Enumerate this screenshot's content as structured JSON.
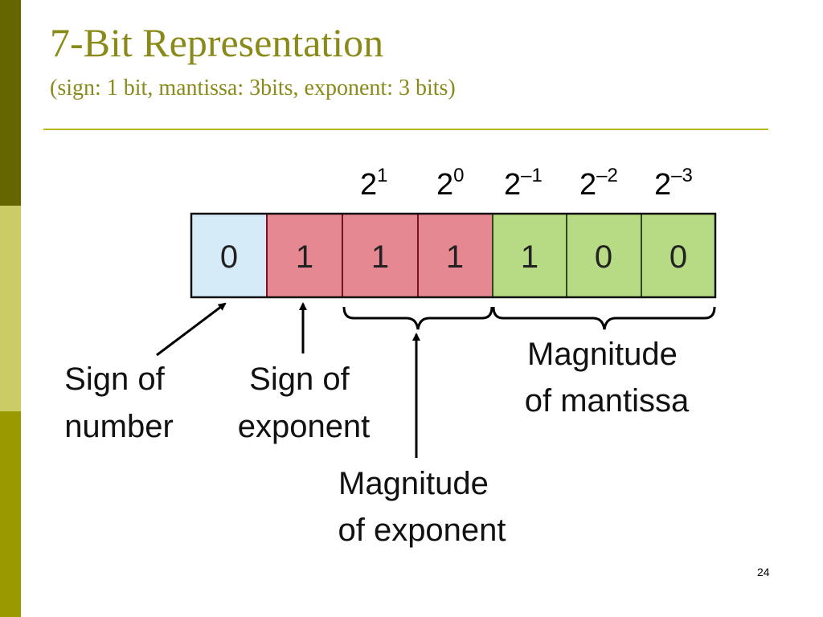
{
  "slide": {
    "title": "7-Bit Representation",
    "subtitle": "(sign: 1 bit, mantissa: 3bits, exponent: 3 bits)",
    "page_number": "24"
  },
  "theme": {
    "title_color": "#8a8a1a",
    "rule_color": "#b8b820",
    "sidebar_colors": [
      "#666600",
      "#cccc66",
      "#999900"
    ]
  },
  "diagram": {
    "cell_colors": {
      "sign": "#d6ebf8",
      "exponent": "#e58891",
      "mantissa": "#b6db84"
    },
    "cells": [
      {
        "bit": "0",
        "field": "sign"
      },
      {
        "bit": "1",
        "field": "exponent"
      },
      {
        "bit": "1",
        "field": "exponent"
      },
      {
        "bit": "1",
        "field": "exponent"
      },
      {
        "bit": "1",
        "field": "mantissa"
      },
      {
        "bit": "0",
        "field": "mantissa"
      },
      {
        "bit": "0",
        "field": "mantissa"
      }
    ],
    "place_values": [
      {
        "base": "2",
        "exp": "1"
      },
      {
        "base": "2",
        "exp": "0"
      },
      {
        "base": "2",
        "exp": "–1"
      },
      {
        "base": "2",
        "exp": "–2"
      },
      {
        "base": "2",
        "exp": "–3"
      }
    ],
    "labels": {
      "sign_of_number": [
        "Sign of",
        "number"
      ],
      "sign_of_exponent": [
        "Sign of",
        "exponent"
      ],
      "magnitude_of_exponent": [
        "Magnitude",
        "of exponent"
      ],
      "magnitude_of_mantissa": [
        "Magnitude",
        "of mantissa"
      ]
    }
  }
}
